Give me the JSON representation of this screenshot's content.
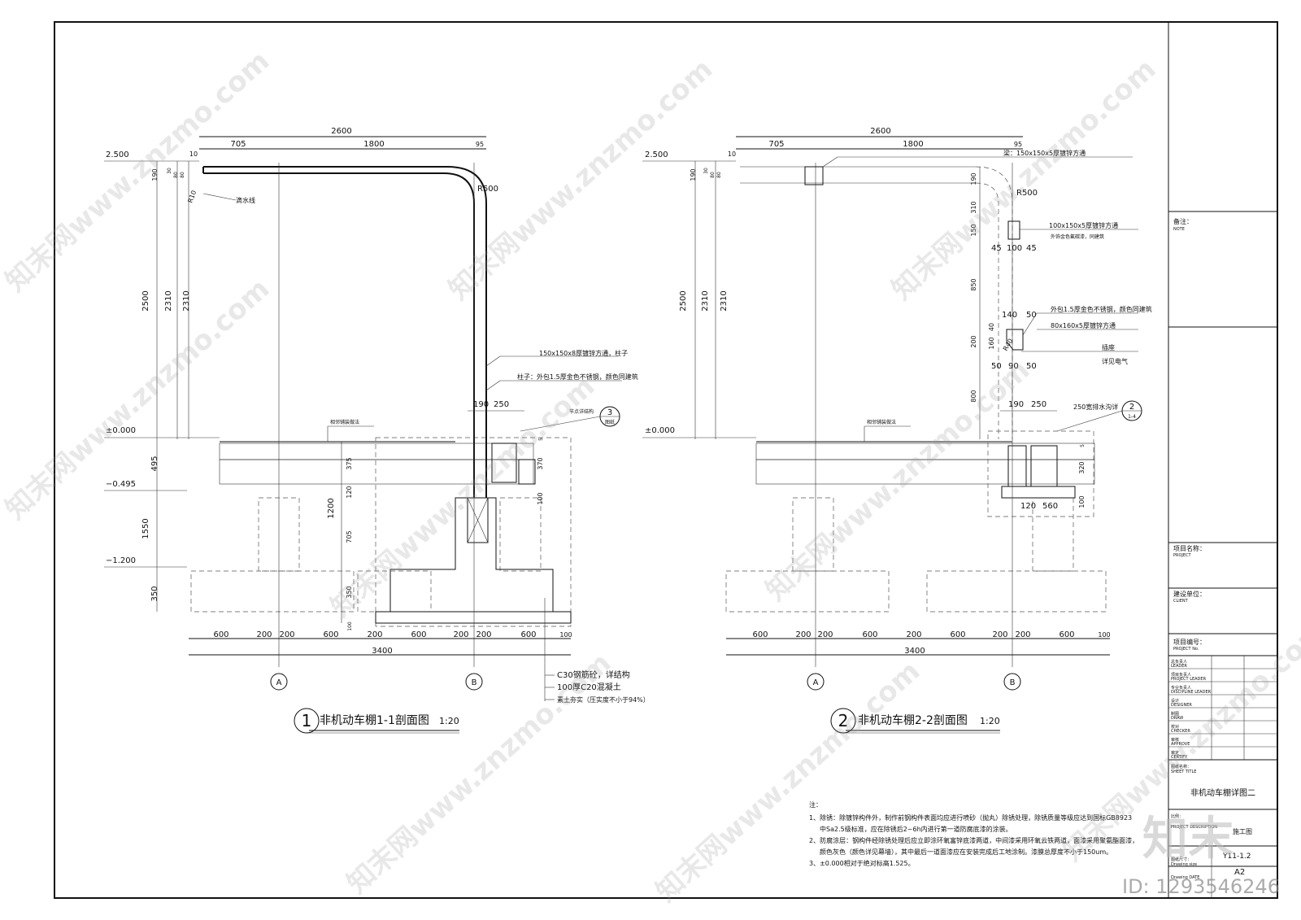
{
  "section1": {
    "title": "非机动车棚1-1剖面图",
    "scale": "1:20",
    "number": "1",
    "elev_top": "2.500",
    "elev_zero": "±0.000",
    "elev_m0495": "−0.495",
    "elev_m1200": "−1.200",
    "dims_top": [
      "2600",
      "705",
      "1800",
      "95",
      "10"
    ],
    "dims_left": [
      "190",
      "30",
      "80",
      "80",
      "2500",
      "2310",
      "2310",
      "495",
      "1550",
      "350",
      "375",
      "120",
      "1200",
      "705",
      "350",
      "100"
    ],
    "dims_right": [
      "190",
      "250",
      "5",
      "370",
      "100"
    ],
    "dims_bottom": [
      "600",
      "200",
      "200",
      "600",
      "200",
      "600",
      "200",
      "200",
      "600",
      "100",
      "3400"
    ],
    "radius_outer": "R500",
    "radius_drip": "R10",
    "label_drip": "滴水线",
    "label_post_tube": "150x150x8厚镀锌方通，柱子",
    "label_post_clad": "柱子：外包1.5厚金色不锈钢，颜色同建筑",
    "label_paving": "相邻铺装做法",
    "label_node": "节点详结构",
    "node_ref": "3",
    "node_sheet": "图纸",
    "label_c30": "C30钢筋砼，详结构",
    "label_c20": "100厚C20混凝土",
    "label_soil": "素土夯实（压实度不小于94%）",
    "axis_a": "A",
    "axis_b": "B"
  },
  "section2": {
    "title": "非机动车棚2-2剖面图",
    "scale": "1:20",
    "number": "2",
    "elev_top": "2.500",
    "elev_zero": "±0.000",
    "dims_top": [
      "2600",
      "705",
      "1800",
      "95",
      "10"
    ],
    "dims_left": [
      "190",
      "30",
      "80",
      "80",
      "2500",
      "2310",
      "2310"
    ],
    "dims_post": [
      "190",
      "310",
      "150",
      "850",
      "200",
      "800",
      "40",
      "160"
    ],
    "dims_horiz": [
      "45",
      "100",
      "45",
      "140",
      "50",
      "50",
      "90",
      "50",
      "190",
      "250"
    ],
    "dims_right": [
      "5",
      "320",
      "100",
      "120",
      "560"
    ],
    "dims_bottom": [
      "600",
      "200",
      "200",
      "600",
      "200",
      "600",
      "200",
      "200",
      "600",
      "100",
      "3400"
    ],
    "radius_outer": "R500",
    "radius_small": "R40",
    "label_beam": "梁：150x150x5厚镀锌方通",
    "label_tube1": "100x150x5厚镀锌方通",
    "label_tube1b": "外饰金色氟碳漆，同建筑",
    "label_clad": "外包1.5厚金色不锈钢，颜色同建筑",
    "label_tube2": "80x160x5厚镀锌方通",
    "label_socket": "插座",
    "label_socket2": "详见电气",
    "label_paving": "相邻铺装做法",
    "label_drain": "250宽排水沟详",
    "node_ref": "2",
    "node_sheet": "1-4",
    "axis_a": "A",
    "axis_b": "B"
  },
  "notes": {
    "heading": "注：",
    "lines": [
      "1、除锈：除镀锌构件外，制作前钢构件表面均应进行喷砂（抛丸）除锈处理，除锈质量等级应达到国标GB8923",
      "中Sa2.5级标准，应在除锈后2~6h内进行第一道防腐底漆的涂装。",
      "2、防腐涂层：钢构件经除锈处理后应立即涂环氧富锌底漆两道，中间漆采用环氧云铁两道，面漆采用聚氨酯面漆，",
      "颜色灰色（颜色详见幕墙），其中最后一道面漆应在安装完成后工地涂制。漆膜总厚度不小于150um。",
      "3、±0.000相对于绝对标高1.525。"
    ]
  },
  "title_block": {
    "note_label": "备注：",
    "note_en": "NOTE",
    "project_label": "项目名称：",
    "project_en": "PROJECT",
    "client_label": "建设单位：",
    "client_en": "CLIENT",
    "project_no_label": "项目编号：",
    "project_no_en": "PROJECT No.",
    "roles": [
      {
        "cn": "总负责人",
        "en": "LEADER"
      },
      {
        "cn": "项目负责人",
        "en": "PROJECT LEADER"
      },
      {
        "cn": "专业负责人",
        "en": "DISCIPLINE LEADER"
      },
      {
        "cn": "设计",
        "en": "DESIGNER"
      },
      {
        "cn": "制图",
        "en": "DRAW"
      },
      {
        "cn": "校对",
        "en": "CHECKER"
      },
      {
        "cn": "审核",
        "en": "APPROVE"
      },
      {
        "cn": "审定",
        "en": "CERTIFY"
      }
    ],
    "sheet_title_label": "图纸名称：",
    "sheet_title_en": "SHEET TITLE",
    "sheet_title": "非机动车棚详图二",
    "scale_label": "比例：",
    "phase_en": "PROJECT DESCRIPTION",
    "phase": "施工图",
    "sheet_no": "Y11-1.2",
    "size_label": "图纸尺寸：",
    "size_en": "Drawing size",
    "size": "A2",
    "date_en": "Drawing DATE"
  },
  "watermark": {
    "text": "知末网www.znzmo.com",
    "brand": "知末",
    "id": "ID: 1293546246"
  }
}
